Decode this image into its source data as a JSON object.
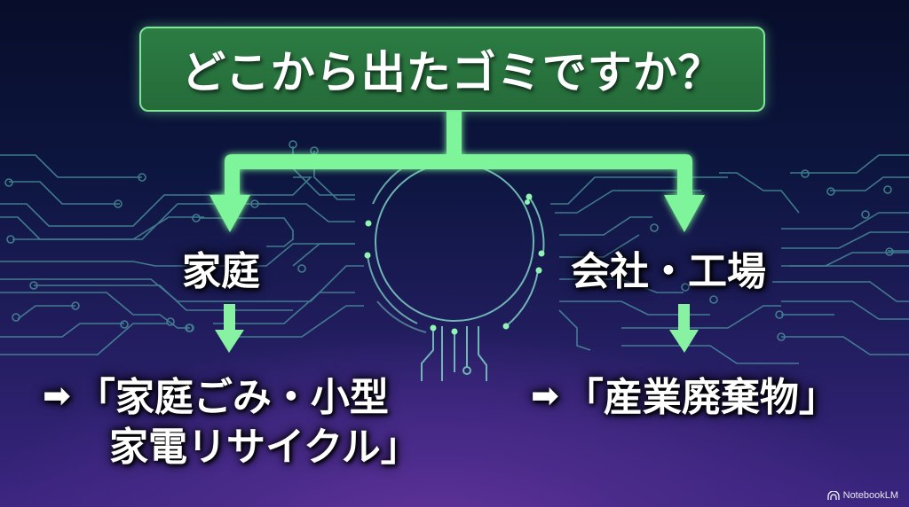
{
  "title": "どこから出たゴミですか？",
  "branches": [
    {
      "label": "家庭",
      "result_prefix": "➡",
      "result_line1": "「家庭ごみ・小型",
      "result_line2": "家電リサイクル」"
    },
    {
      "label": "会社・工場",
      "result_prefix": "➡",
      "result_line1": "「産業廃棄物」"
    }
  ],
  "brand": {
    "icon": "notebooklm-logo-icon",
    "label": "NotebookLM"
  },
  "colors": {
    "accent_green": "#7ef59a",
    "box_green": "#2a7540",
    "background_top": "#070d2a",
    "background_bottom": "#5a2f98",
    "circuit_line": "#5fa7a8"
  }
}
